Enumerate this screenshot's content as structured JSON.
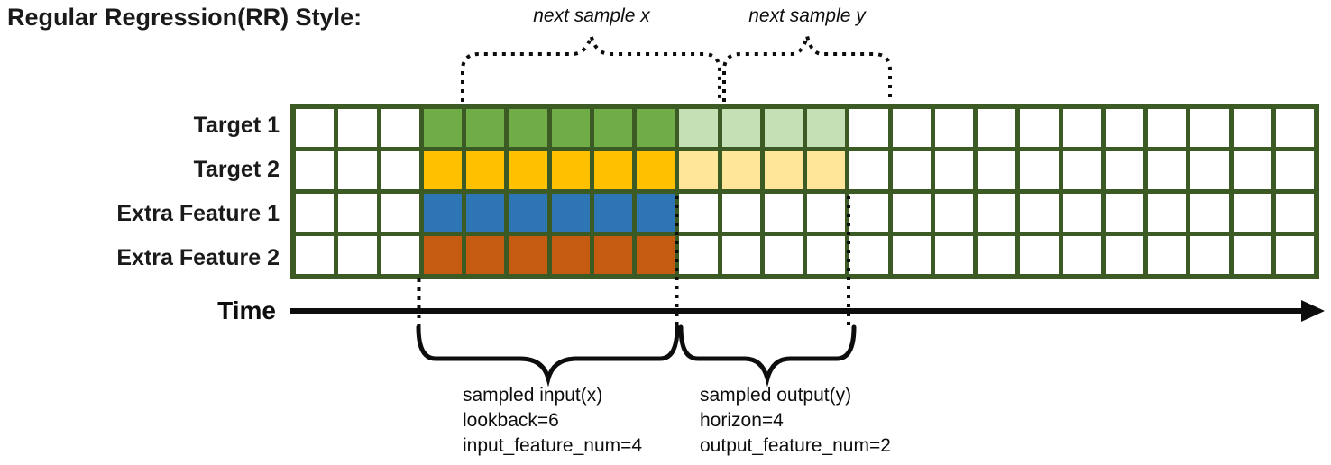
{
  "title": "Regular Regression(RR) Style:",
  "annotations": {
    "next_sample_x": "next sample x",
    "next_sample_y": "next sample y",
    "time_label": "Time",
    "input_block": {
      "line1": "sampled input(x)",
      "line2": "lookback=6",
      "line3": "input_feature_num=4"
    },
    "output_block": {
      "line1": "sampled output(y)",
      "line2": "horizon=4",
      "line3": "output_feature_num=2"
    }
  },
  "colors": {
    "grid_border": "#3C5A24",
    "target1_solid": "#70AD47",
    "target1_light": "#C5E0B4",
    "target2_solid": "#FFC000",
    "target2_light": "#FFE699",
    "extra_feature1_solid": "#2E75B6",
    "extra_feature2_solid": "#C55A11",
    "annotation_black": "#0d0d0d",
    "cell_empty": "#ffffff"
  },
  "grid": {
    "num_columns": 24,
    "num_rows": 4,
    "lookback": 6,
    "horizon": 4,
    "input_feature_num": 4,
    "output_feature_num": 2,
    "rows": [
      {
        "label": "Target 1",
        "solid_color": "#70AD47",
        "light_color": "#C5E0B4",
        "solid_cols": [
          3,
          8
        ],
        "light_cols": [
          9,
          12
        ]
      },
      {
        "label": "Target 2",
        "solid_color": "#FFC000",
        "light_color": "#FFE699",
        "solid_cols": [
          3,
          8
        ],
        "light_cols": [
          9,
          12
        ]
      },
      {
        "label": "Extra Feature 1",
        "solid_color": "#2E75B6",
        "light_color": null,
        "solid_cols": [
          3,
          8
        ],
        "light_cols": null
      },
      {
        "label": "Extra Feature 2",
        "solid_color": "#C55A11",
        "light_color": null,
        "solid_cols": [
          3,
          8
        ],
        "light_cols": null
      }
    ]
  }
}
